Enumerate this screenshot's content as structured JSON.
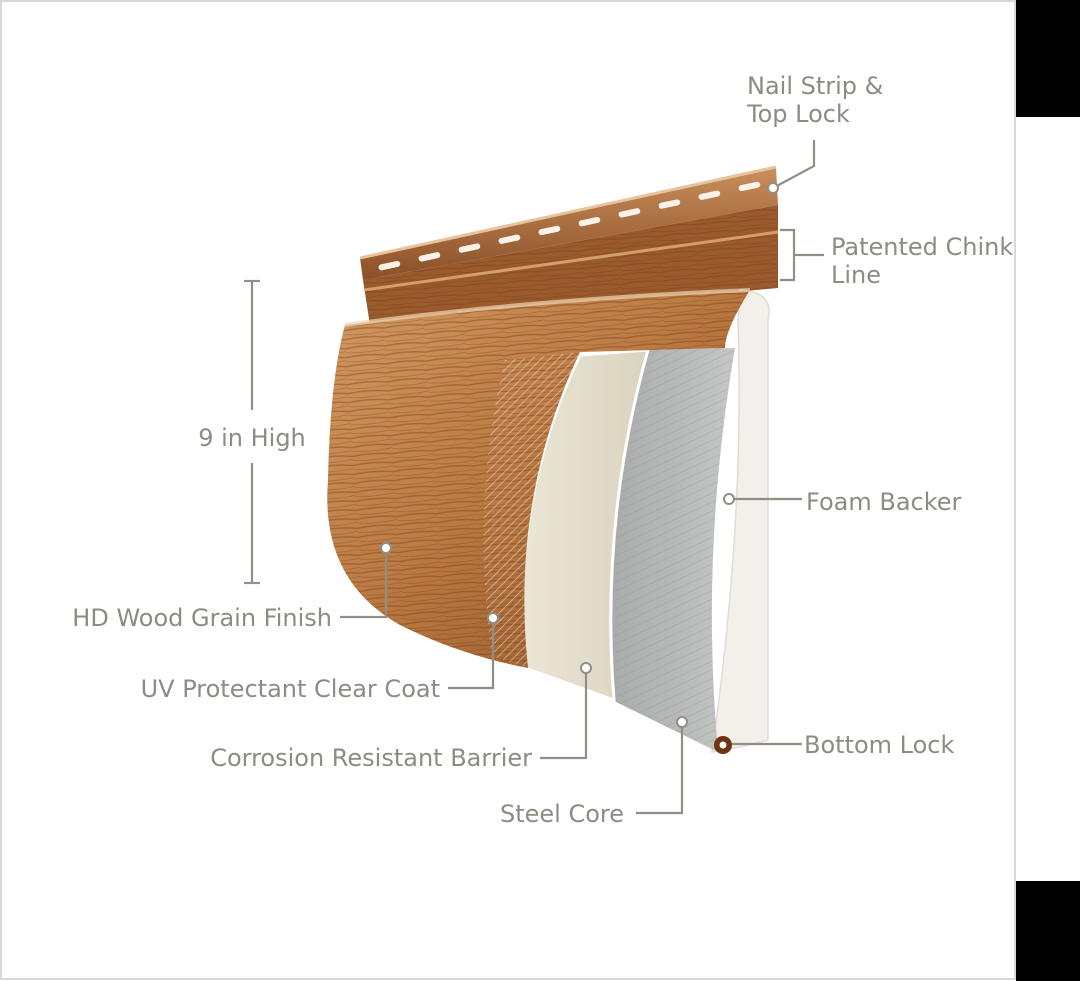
{
  "labels": {
    "nail_strip": [
      "Nail Strip &",
      "Top Lock"
    ],
    "chink_line": [
      "Patented Chink",
      "Line"
    ],
    "height": "9 in High",
    "foam_backer": "Foam Backer",
    "wood_grain": "HD Wood Grain Finish",
    "clear_coat": "UV Protectant Clear Coat",
    "corrosion_barrier": "Corrosion Resistant Barrier",
    "bottom_lock": "Bottom Lock",
    "steel_core": "Steel Core"
  },
  "colors": {
    "label_text": "#8c8c82",
    "leader_line": "#8f8f86",
    "wood_light": "#c98a52",
    "wood_dark": "#8a4f27",
    "barrier": "#e6e1d0",
    "steel": "#b3b5b4",
    "foam": "#f3efea"
  }
}
